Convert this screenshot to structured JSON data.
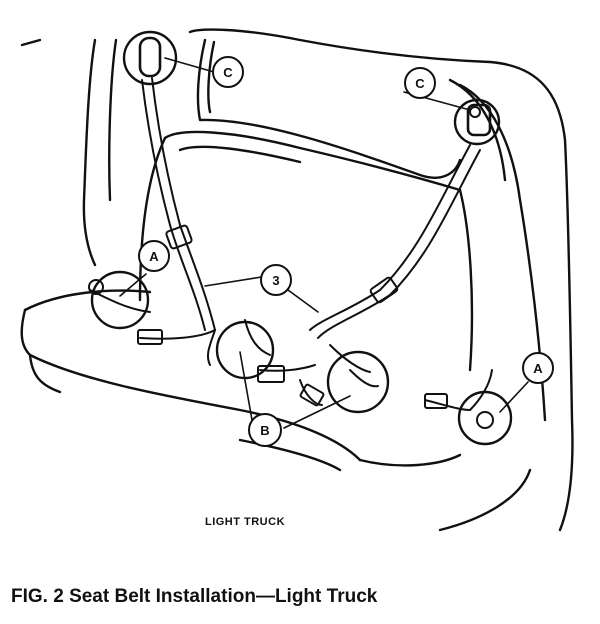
{
  "diagram": {
    "callouts": {
      "c_left": "C",
      "c_right": "C",
      "a_left": "A",
      "a_right": "A",
      "three": "3",
      "b": "B"
    },
    "sublabel": "LIGHT TRUCK"
  },
  "caption": "FIG. 2  Seat Belt Installation—Light Truck"
}
